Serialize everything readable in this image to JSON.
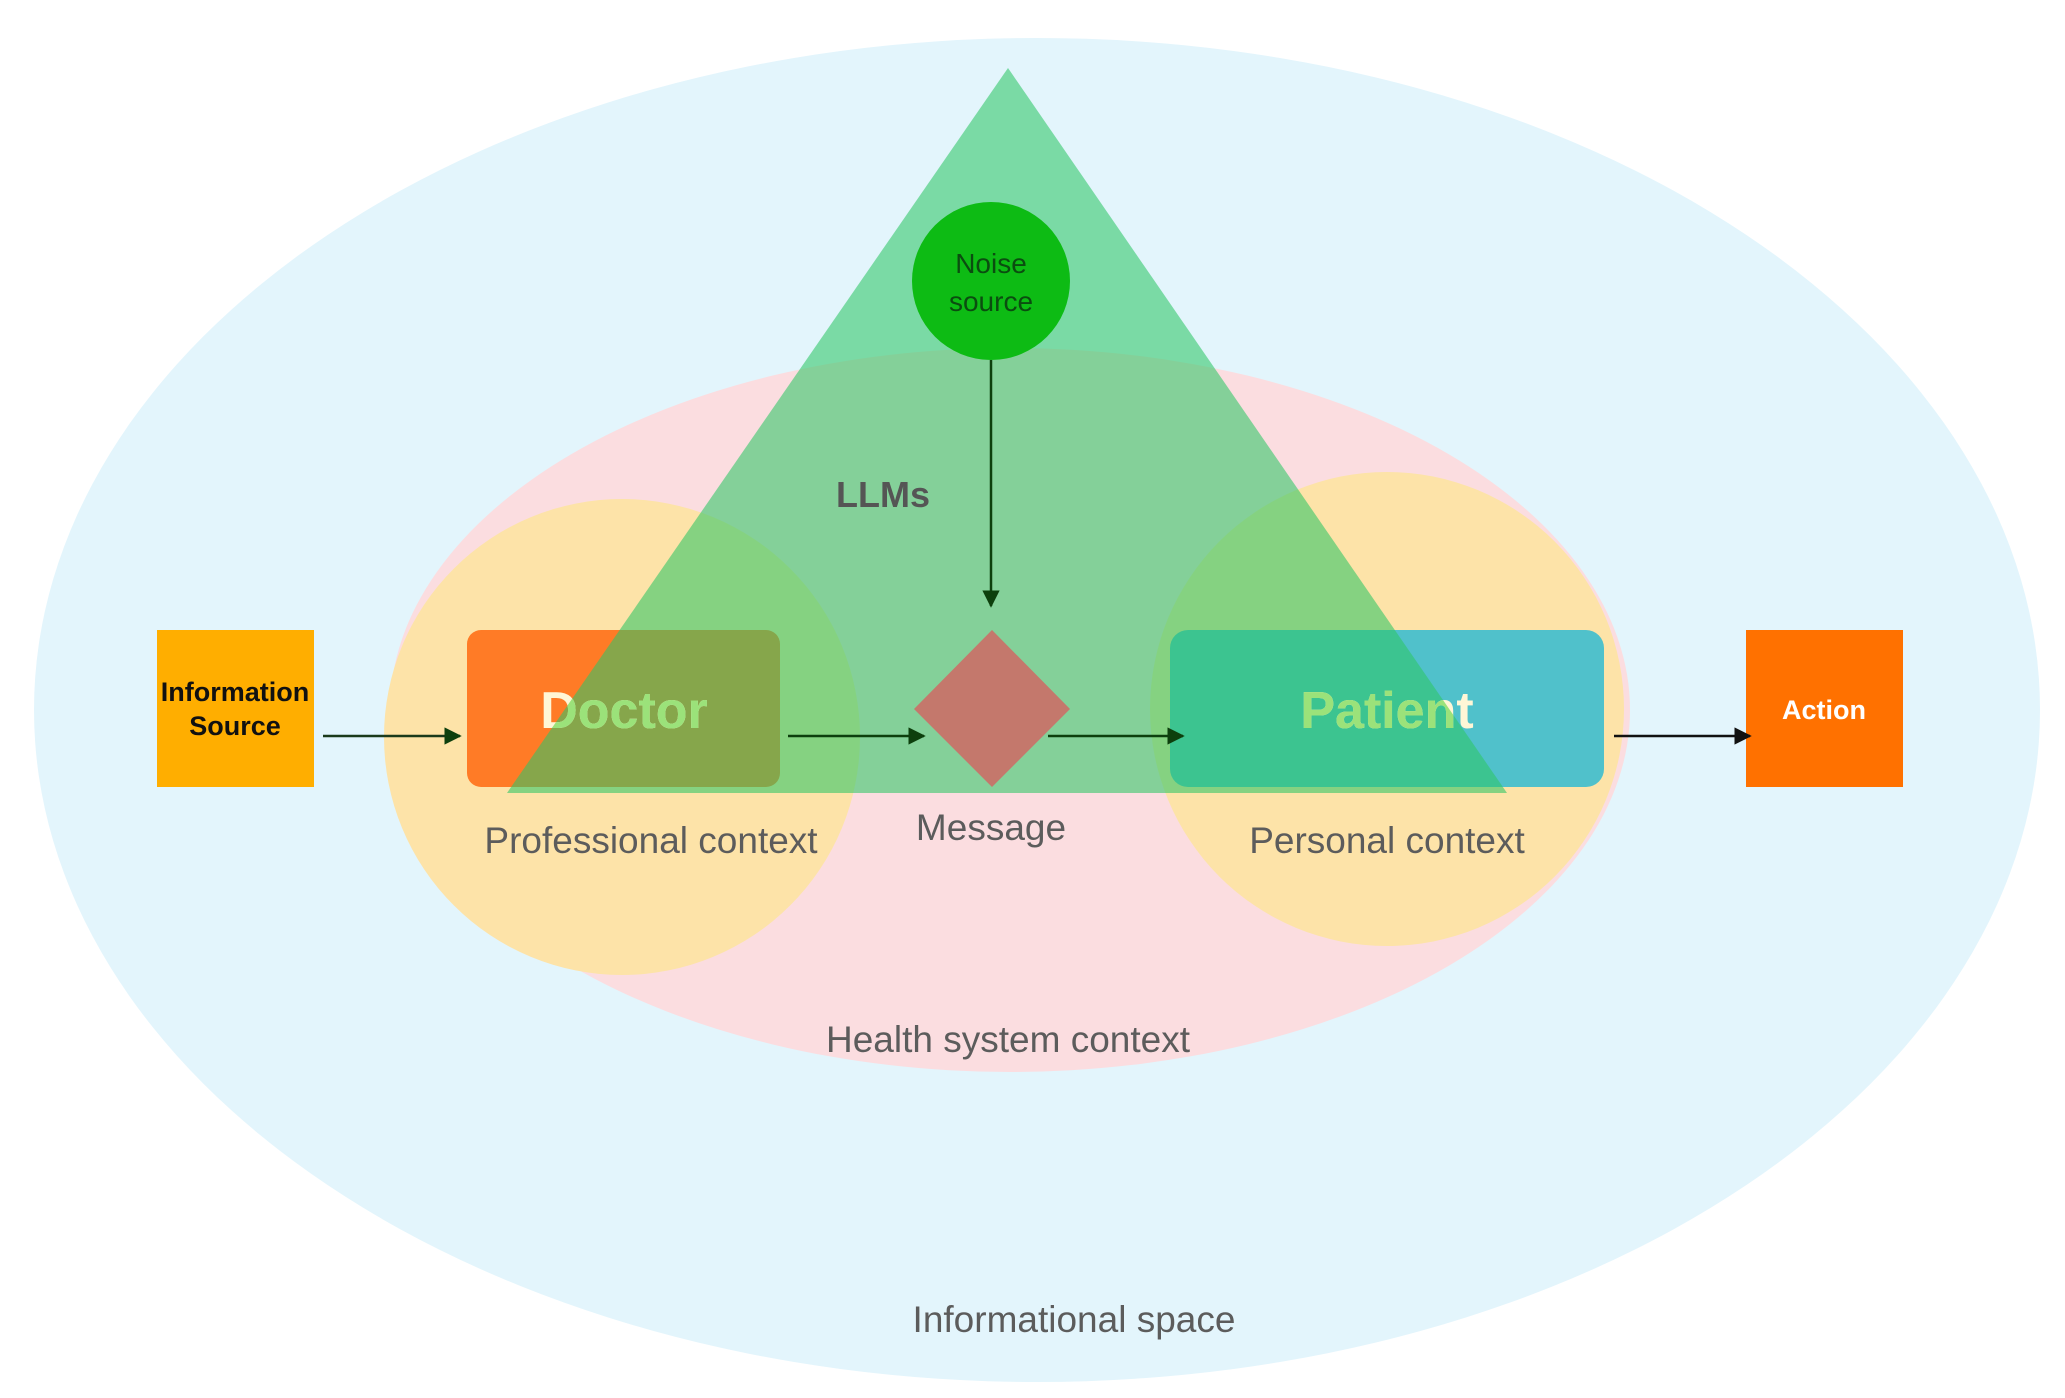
{
  "diagram": {
    "spaces": {
      "informational_space": "Informational space",
      "health_system_context": "Health system context",
      "professional_context": "Professional context",
      "personal_context": "Personal context"
    },
    "nodes": {
      "information_source": {
        "line1": "Information",
        "line2": "Source"
      },
      "doctor": "Doctor",
      "message": "Message",
      "patient": "Patient",
      "action": "Action",
      "noise_source": {
        "line1": "Noise",
        "line2": "source"
      },
      "llms": "LLMs"
    },
    "colors": {
      "informational_space": "#e3f5fc",
      "health_system": "#fbdde0",
      "context_circle": "#fde3a8",
      "llm_triangle": "#2ec765",
      "noise_circle": "#0dbb14",
      "information_source": "#ffae00",
      "doctor": "#ff7b26",
      "message": "#c4786c",
      "patient": "#50c1cb",
      "action": "#ff7100",
      "label_overlap_green": "#9be27a"
    }
  }
}
